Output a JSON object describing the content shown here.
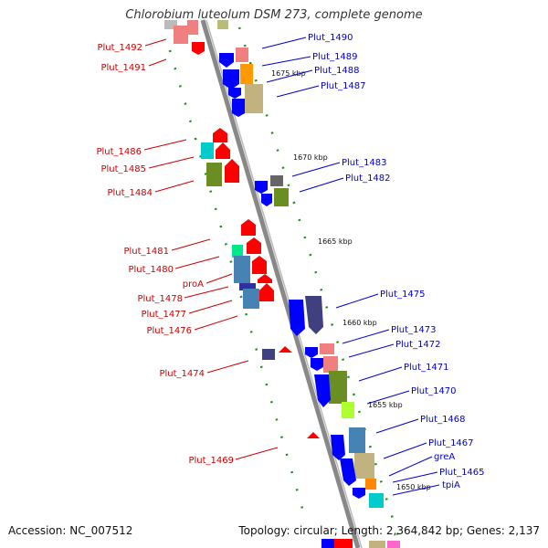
{
  "title": "Chlorobium luteolum DSM 273, complete genome",
  "accession": "Accession: NC_007512",
  "topology": "Topology: circular; Length: 2,364,842 bp; Genes: 2,137",
  "kbp_labels": [
    "1675 kbp",
    "1670 kbp",
    "1665 kbp",
    "1660 kbp",
    "1655 kbp",
    "1650 kbp"
  ],
  "left_labels": [
    "Plut_1492",
    "Plut_1491",
    "Plut_1486",
    "Plut_1485",
    "Plut_1484",
    "Plut_1481",
    "Plut_1480",
    "proA",
    "Plut_1478",
    "Plut_1477",
    "Plut_1476",
    "Plut_1474",
    "Plut_1469"
  ],
  "right_labels": [
    "Plut_1490",
    "Plut_1489",
    "Plut_1488",
    "Plut_1487",
    "Plut_1483",
    "Plut_1482",
    "Plut_1475",
    "Plut_1473",
    "Plut_1472",
    "Plut_1471",
    "Plut_1470",
    "Plut_1468",
    "Plut_1467",
    "greA",
    "Plut_1465",
    "tpiA"
  ],
  "colors": {
    "left_label": "#cc0000",
    "right_label": "#0000cc",
    "backbone": "#888888",
    "tick": "#1e8c1e"
  }
}
